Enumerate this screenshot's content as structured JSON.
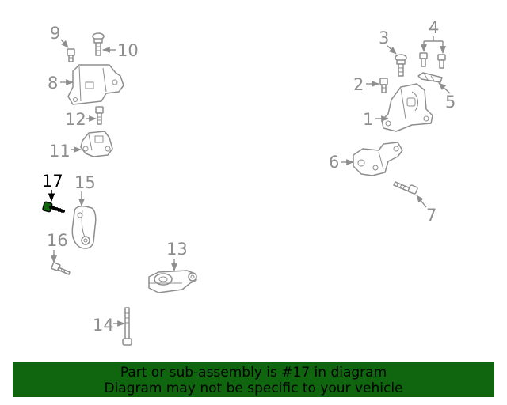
{
  "callouts": {
    "c1": "1",
    "c2": "2",
    "c3": "3",
    "c4": "4",
    "c5": "5",
    "c6": "6",
    "c7": "7",
    "c8": "8",
    "c9": "9",
    "c10": "10",
    "c11": "11",
    "c12": "12",
    "c13": "13",
    "c14": "14",
    "c15": "15",
    "c16": "16",
    "c17": "17"
  },
  "highlight_part": "17",
  "banner": {
    "line1": "Part or sub-assembly is #17 in diagram",
    "line2": "Diagram may not be specific to your vehicle"
  },
  "colors": {
    "line_gray": "#8e8e8e",
    "highlight": "#000000",
    "banner_bg": "#0f660f",
    "banner_text": "#000000"
  }
}
